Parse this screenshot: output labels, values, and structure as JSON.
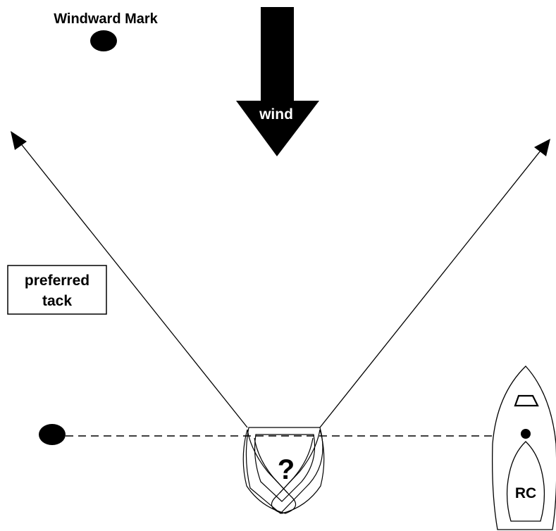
{
  "labels": {
    "windward_mark": "Windward Mark",
    "wind": "wind",
    "preferred_tack_line1": "preferred",
    "preferred_tack_line2": "tack",
    "question": "?",
    "committee_boat": "RC"
  },
  "colors": {
    "ink": "#000000",
    "wind_label": "#ffffff",
    "background": "#ffffff"
  }
}
